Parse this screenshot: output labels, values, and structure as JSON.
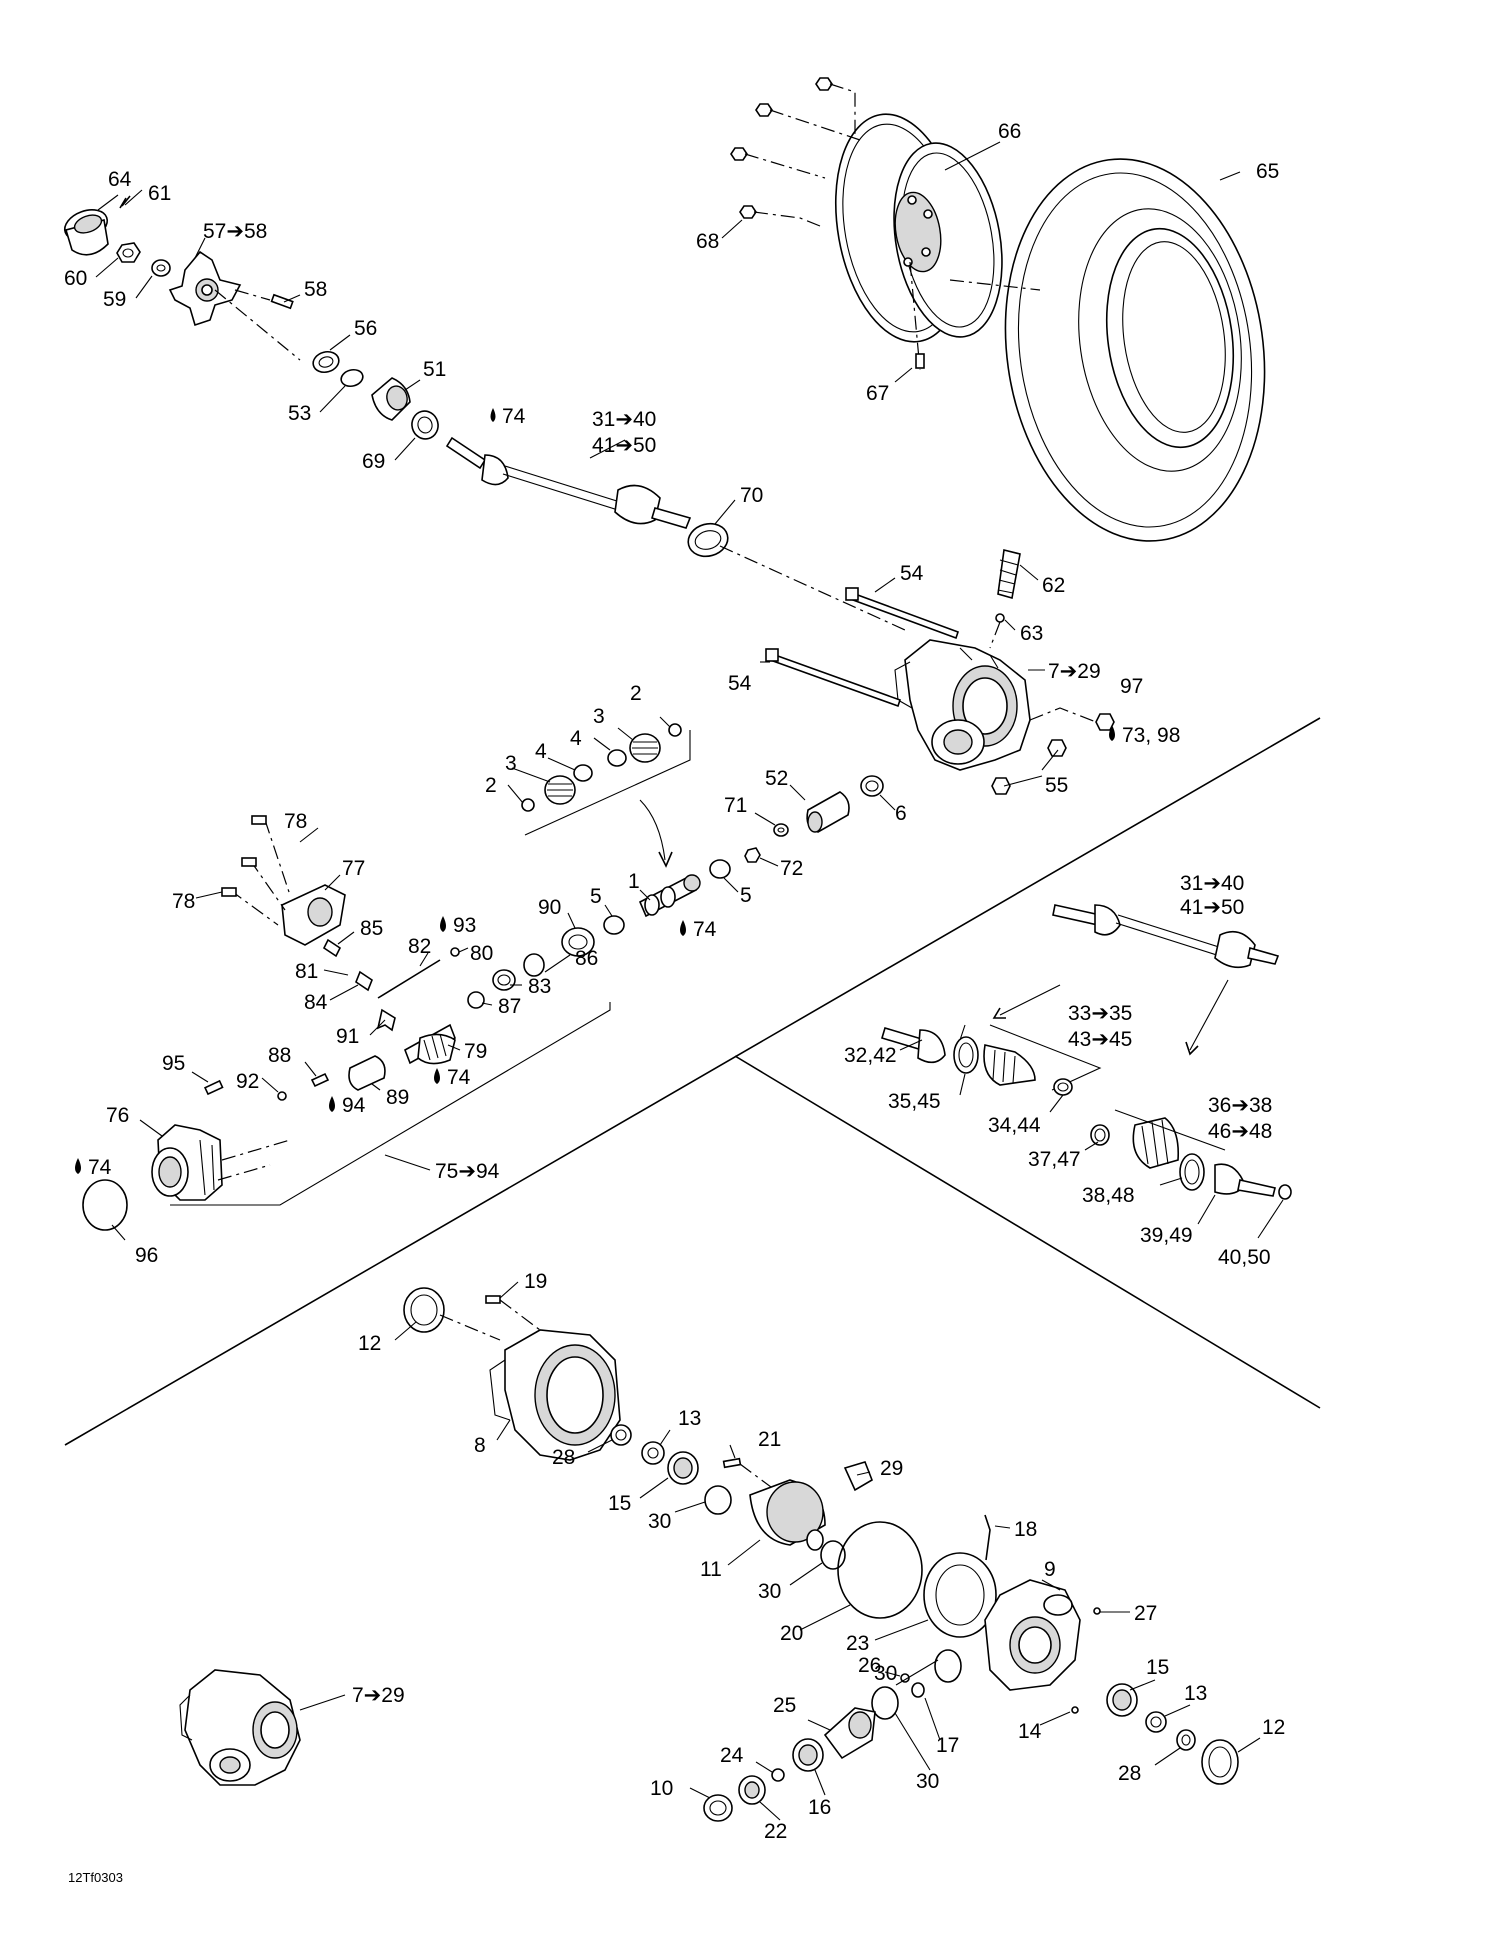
{
  "drawing_id": "12Tf0303",
  "callouts": {
    "c1": "1",
    "c2a": "2",
    "c2b": "2",
    "c3a": "3",
    "c3b": "3",
    "c4a": "4",
    "c4b": "4",
    "c5a": "5",
    "c5b": "5",
    "c6": "6",
    "c7a": "7➔29",
    "c7b": "7➔29",
    "c8": "8",
    "c9": "9",
    "c10": "10",
    "c11": "11",
    "c12a": "12",
    "c12b": "12",
    "c13a": "13",
    "c13b": "13",
    "c14": "14",
    "c15a": "15",
    "c15b": "15",
    "c16": "16",
    "c17": "17",
    "c18": "18",
    "c19": "19",
    "c20": "20",
    "c21": "21",
    "c22": "22",
    "c23": "23",
    "c24": "24",
    "c25": "25",
    "c26": "26",
    "c27": "27",
    "c28a": "28",
    "c28b": "28",
    "c29": "29",
    "c30a": "30",
    "c30b": "30",
    "c30c": "30",
    "c30d": "30",
    "c3140a": "31➔40",
    "c4150a": "41➔50",
    "c3140b": "31➔40",
    "c4150b": "41➔50",
    "c3242": "32,42",
    "c3335": "33➔35",
    "c4345": "43➔45",
    "c3444": "34,44",
    "c3545": "35,45",
    "c3638": "36➔38",
    "c4648": "46➔48",
    "c3747": "37,47",
    "c3848": "38,48",
    "c3949": "39,49",
    "c4050": "40,50",
    "c51": "51",
    "c52": "52",
    "c53": "53",
    "c54a": "54",
    "c54b": "54",
    "c55": "55",
    "c56": "56",
    "c5758": "57➔58",
    "c58": "58",
    "c59": "59",
    "c60": "60",
    "c61": "61",
    "c62": "62",
    "c63": "63",
    "c64": "64",
    "c65": "65",
    "c66": "66",
    "c67": "67",
    "c68": "68",
    "c69": "69",
    "c70": "70",
    "c71": "71",
    "c72": "72",
    "c7398": "73, 98",
    "c74a": "74",
    "c74b": "74",
    "c74c": "74",
    "c74d": "74",
    "c7594": "75➔94",
    "c76": "76",
    "c77": "77",
    "c78a": "78",
    "c78b": "78",
    "c79": "79",
    "c80": "80",
    "c81": "81",
    "c82": "82",
    "c83": "83",
    "c84": "84",
    "c85": "85",
    "c86": "86",
    "c87": "87",
    "c88": "88",
    "c89": "89",
    "c90": "90",
    "c91": "91",
    "c92": "92",
    "c93": "93",
    "c94": "94",
    "c95": "95",
    "c96": "96",
    "c97": "97"
  }
}
